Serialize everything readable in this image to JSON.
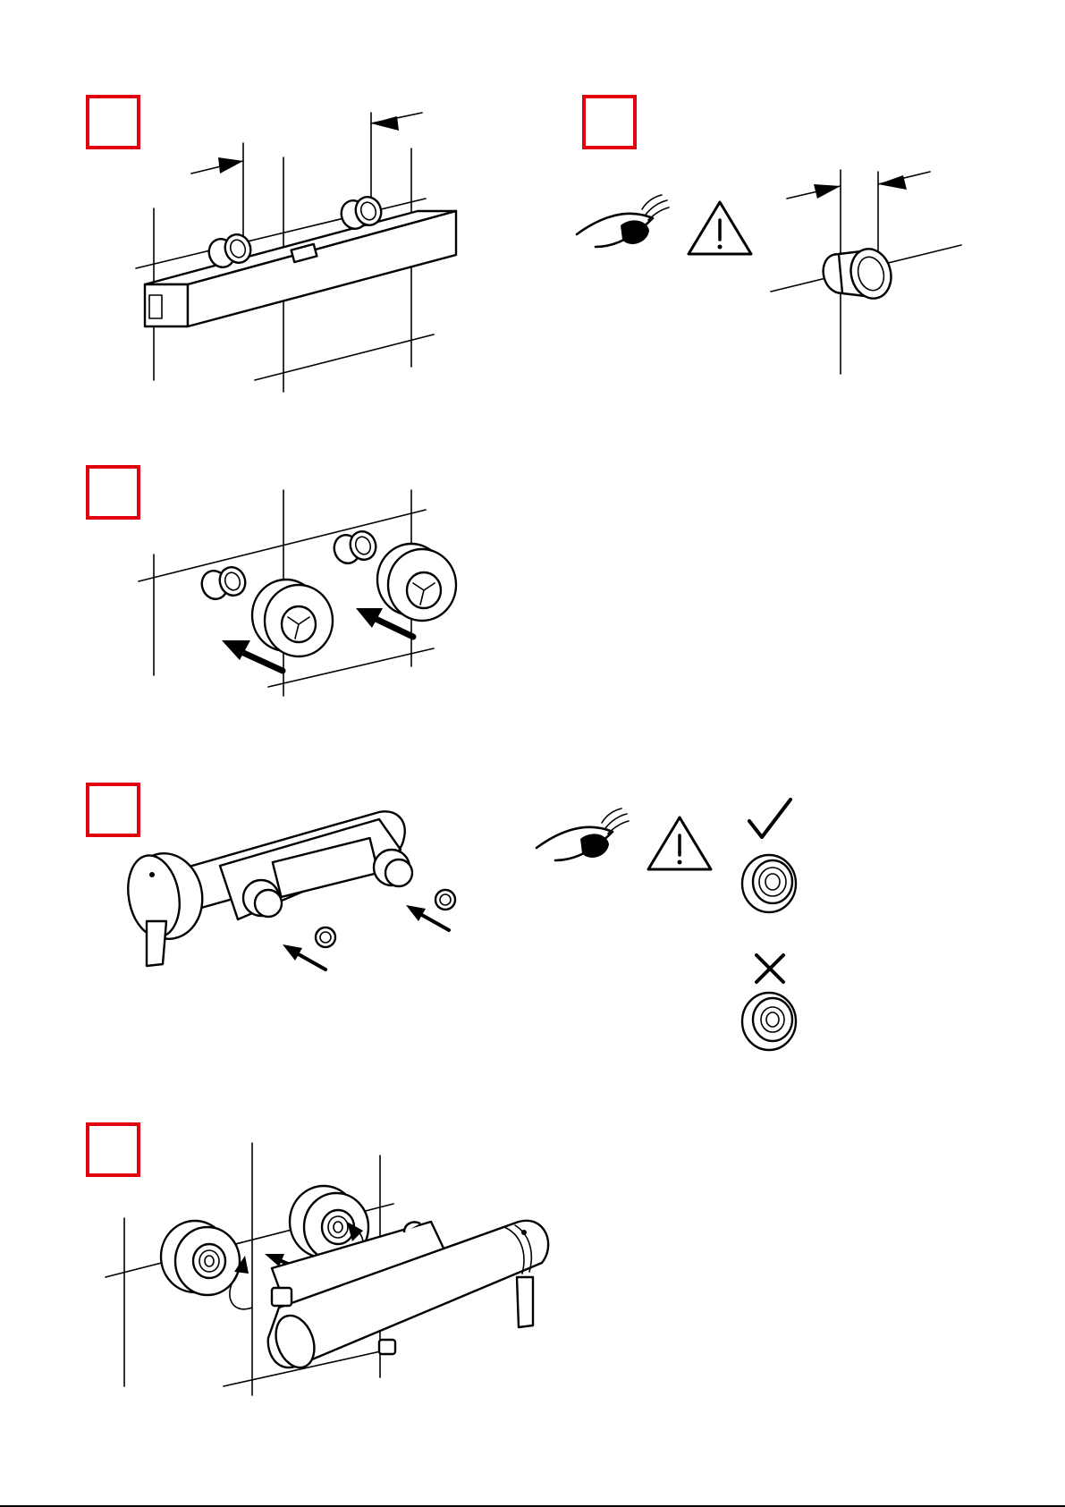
{
  "colors": {
    "step_box": "#e3000f",
    "line": "#000000",
    "background": "#ffffff"
  },
  "steps": [
    {
      "id": "step-1",
      "icon": "wall-mounting-template-icon"
    },
    {
      "id": "step-2",
      "icons": [
        "eye-icon",
        "warning-triangle-icon",
        "pipe-fitting-depth-icon"
      ]
    },
    {
      "id": "step-3",
      "icon": "cover-rosette-install-icon"
    },
    {
      "id": "step-4",
      "icons": [
        "mixer-inlet-seal-icon",
        "eye-icon",
        "warning-triangle-icon",
        "correct-check-icon",
        "wrong-cross-icon"
      ]
    },
    {
      "id": "step-5",
      "icon": "mount-mixer-on-wall-icon"
    }
  ]
}
